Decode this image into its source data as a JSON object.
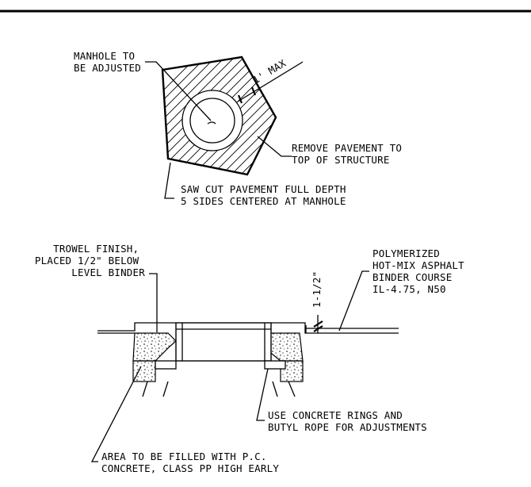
{
  "plan_view": {
    "manhole_label": [
      "MANHOLE TO",
      "BE ADJUSTED"
    ],
    "max_label": "1' MAX",
    "remove_label": [
      "REMOVE PAVEMENT TO",
      "TOP OF STRUCTURE"
    ],
    "saw_cut_label": [
      "SAW CUT PAVEMENT FULL DEPTH",
      "5 SIDES CENTERED AT MANHOLE"
    ]
  },
  "section_view": {
    "trowel_label": [
      "TROWEL FINISH,",
      "PLACED 1/2\" BELOW",
      "LEVEL BINDER"
    ],
    "polymerized_label": [
      "POLYMERIZED",
      "HOT-MIX ASPHALT",
      "BINDER COURSE",
      "IL-4.75, N50"
    ],
    "dimension_label": "1-1/2\"",
    "rings_label": [
      "USE CONCRETE RINGS AND",
      "BUTYL ROPE FOR ADJUSTMENTS"
    ],
    "area_label": [
      "AREA TO BE FILLED WITH P.C.",
      "CONCRETE, CLASS PP HIGH EARLY"
    ]
  }
}
